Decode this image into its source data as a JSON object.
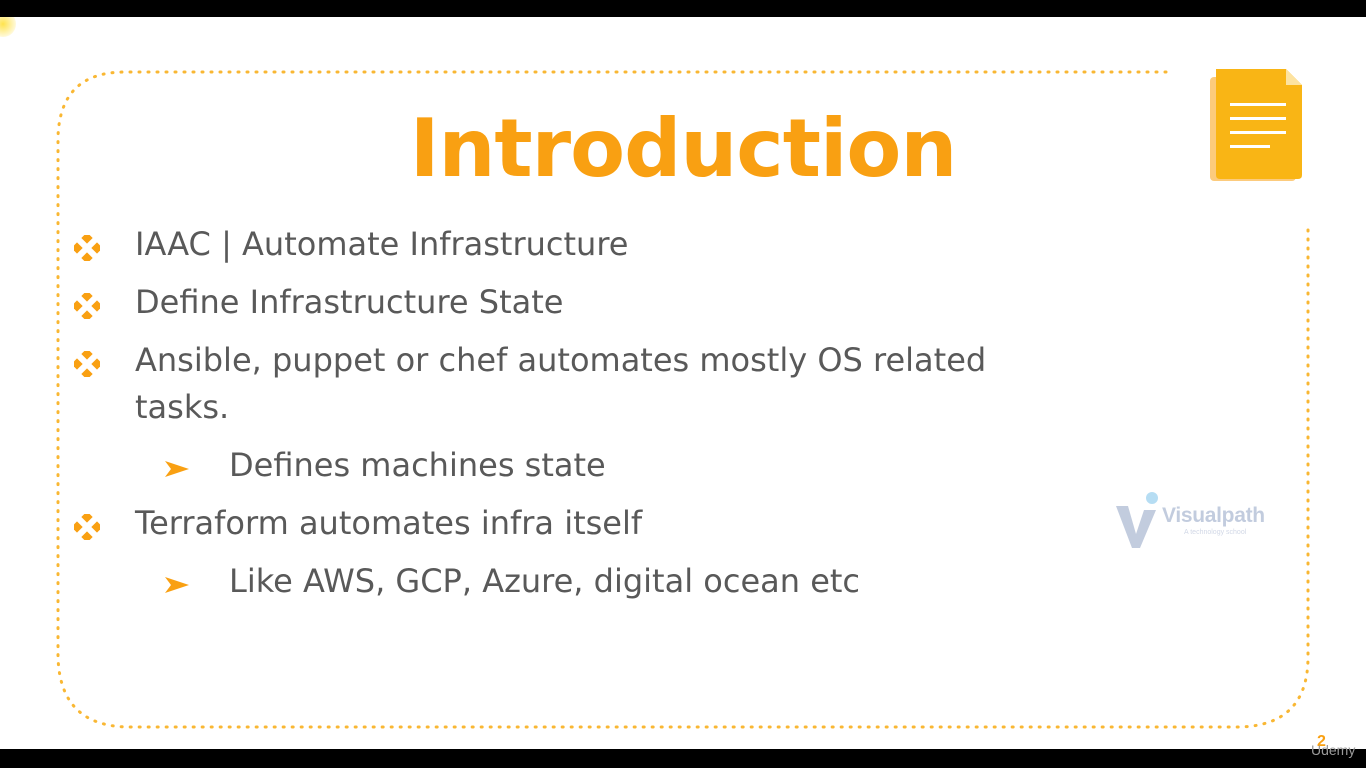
{
  "slide": {
    "title": "Introduction",
    "page_number": "2",
    "bullets": [
      {
        "level": 1,
        "lines": [
          "IAAC | Automate Infrastructure"
        ]
      },
      {
        "level": 1,
        "lines": [
          "Define Infrastructure State"
        ]
      },
      {
        "level": 1,
        "lines": [
          "Ansible, puppet or chef automates mostly OS related",
          "tasks."
        ]
      },
      {
        "level": 2,
        "lines": [
          "Defines machines state"
        ]
      },
      {
        "level": 1,
        "lines": [
          "Terraform automates infra itself"
        ]
      },
      {
        "level": 2,
        "lines": [
          "Like AWS, GCP, Azure, digital ocean etc"
        ]
      }
    ]
  },
  "watermark": {
    "brand": "Visualpath",
    "tagline": "A technology school"
  },
  "player": {
    "brand": "Udemy"
  },
  "colors": {
    "accent": "#f9a012",
    "text": "#595959",
    "background": "#ffffff",
    "letterbox": "#000000"
  },
  "icons": {
    "document": "document-icon",
    "bullet_level_1": "diamond-bullet-icon",
    "bullet_level_2": "arrow-bullet-icon"
  }
}
